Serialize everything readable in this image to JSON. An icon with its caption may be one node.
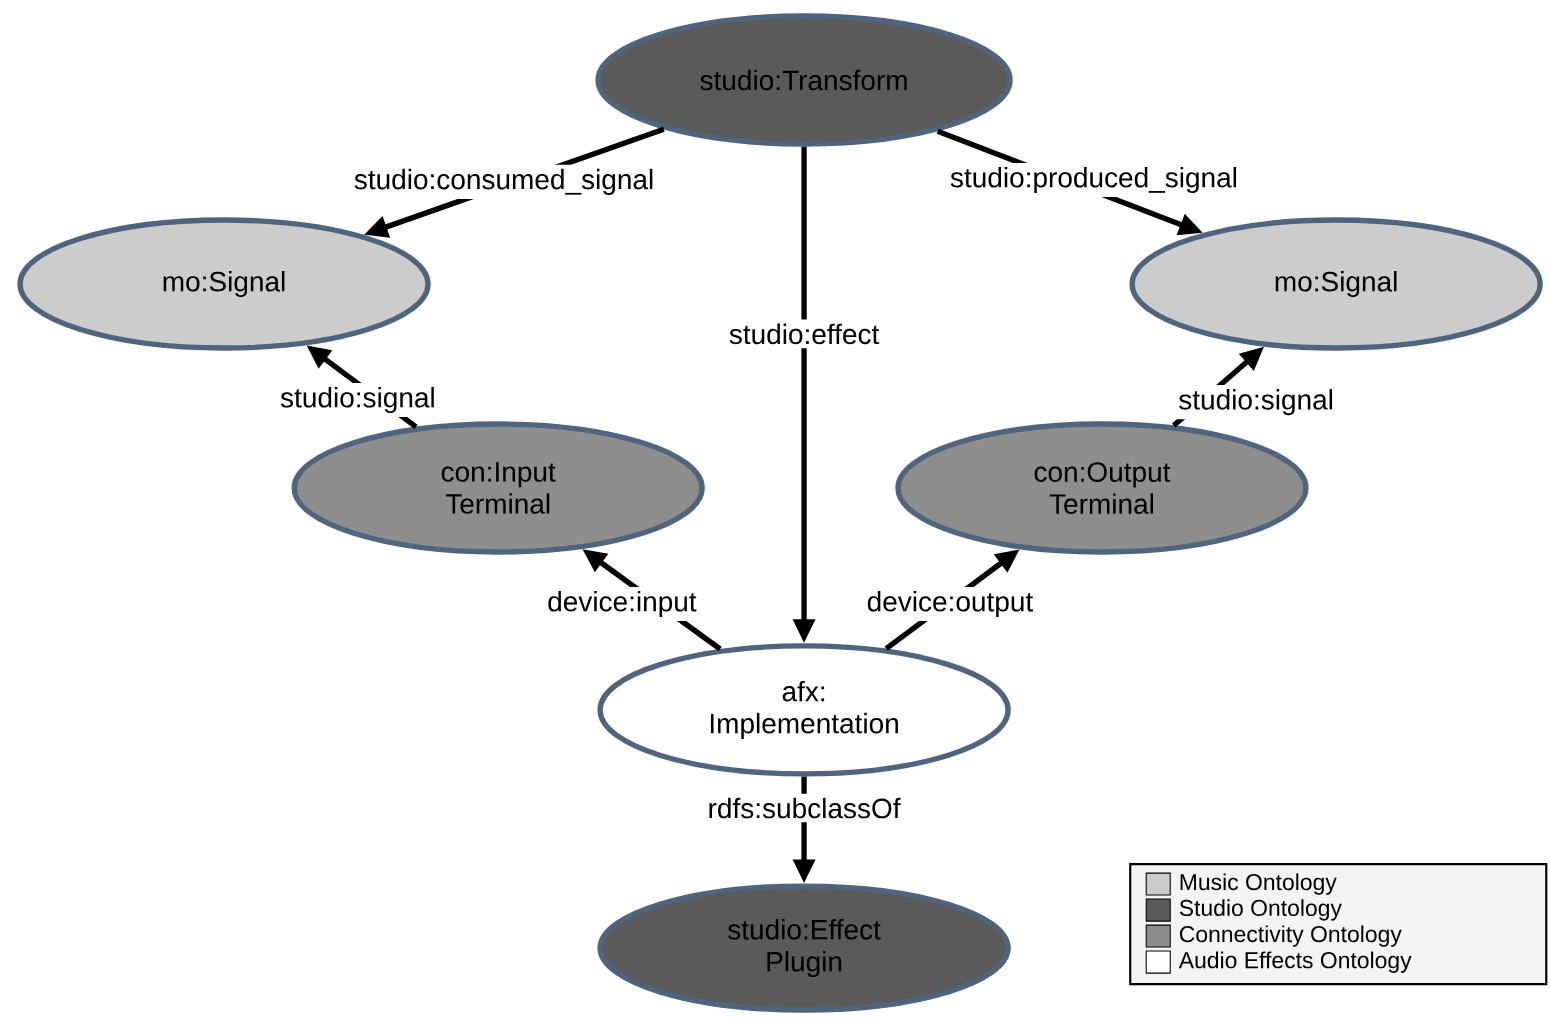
{
  "diagram": {
    "nodes": [
      {
        "text": [
          "studio:Transform"
        ]
      },
      {
        "text": [
          "mo:Signal"
        ]
      },
      {
        "text": [
          "mo:Signal"
        ]
      },
      {
        "text": [
          "con:Input Terminal"
        ]
      },
      {
        "text": [
          "con:Output Terminal"
        ]
      },
      {
        "text": [
          "afx: Implementation"
        ]
      },
      {
        "text": [
          "studio:Effect Plugin"
        ]
      }
    ],
    "edges": [
      {
        "from": 0,
        "to": 1,
        "arrow": "to",
        "label": "studio:consumed_signal"
      },
      {
        "from": 0,
        "to": 2,
        "arrow": "to",
        "label": "studio:produced_signal"
      },
      {
        "from": 0,
        "to": 5,
        "arrow": "to",
        "label": "studio:effect"
      },
      {
        "from": 3,
        "to": 1,
        "arrow": "to",
        "label": "studio:signal"
      },
      {
        "from": 4,
        "to": 2,
        "arrow": "to",
        "label": "studio:signal"
      },
      {
        "from": 5,
        "to": 3,
        "arrow": "to",
        "label": "device:input"
      },
      {
        "from": 5,
        "to": 4,
        "arrow": "to",
        "label": "device:output"
      },
      {
        "from": 5,
        "to": 6,
        "arrow": "to",
        "label": "rdfs:subclassOf"
      }
    ],
    "legend": [
      {
        "text": "Music Ontology",
        "color": "#cccccc"
      },
      {
        "text": "Studio Ontology",
        "color": "#5a5a5a"
      },
      {
        "text": "Connectivity Ontology",
        "color": "#8e8e8e"
      },
      {
        "text": "Audio Effects Ontology",
        "color": "#ffffff"
      }
    ]
  }
}
